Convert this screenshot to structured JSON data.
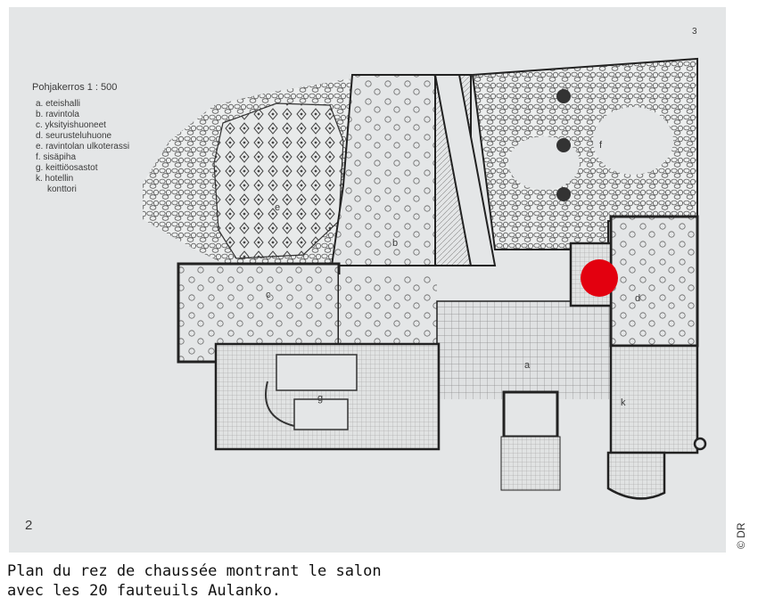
{
  "plan": {
    "page_number_top": "3",
    "page_number_bottom": "2",
    "legend_title": "Pohjakerros 1 : 500",
    "legend_items": [
      "a. eteishalli",
      "b. ravintola",
      "c. yksityishuoneet",
      "d. seurusteluhuone",
      "e. ravintolan ulkoterassi",
      "f. sisäpiha",
      "g. keittiöosastot",
      "k. hotellin",
      "konttori"
    ],
    "room_labels": {
      "a": "a",
      "b": "b",
      "c": "c",
      "d": "d",
      "e": "e",
      "f": "f",
      "g": "g",
      "k": "k"
    },
    "marker_color": "#e3000f"
  },
  "credit": "© DR",
  "caption": {
    "line1": "Plan du rez de chaussée montrant le salon",
    "line2": "avec les 20 fauteuils Aulanko."
  }
}
